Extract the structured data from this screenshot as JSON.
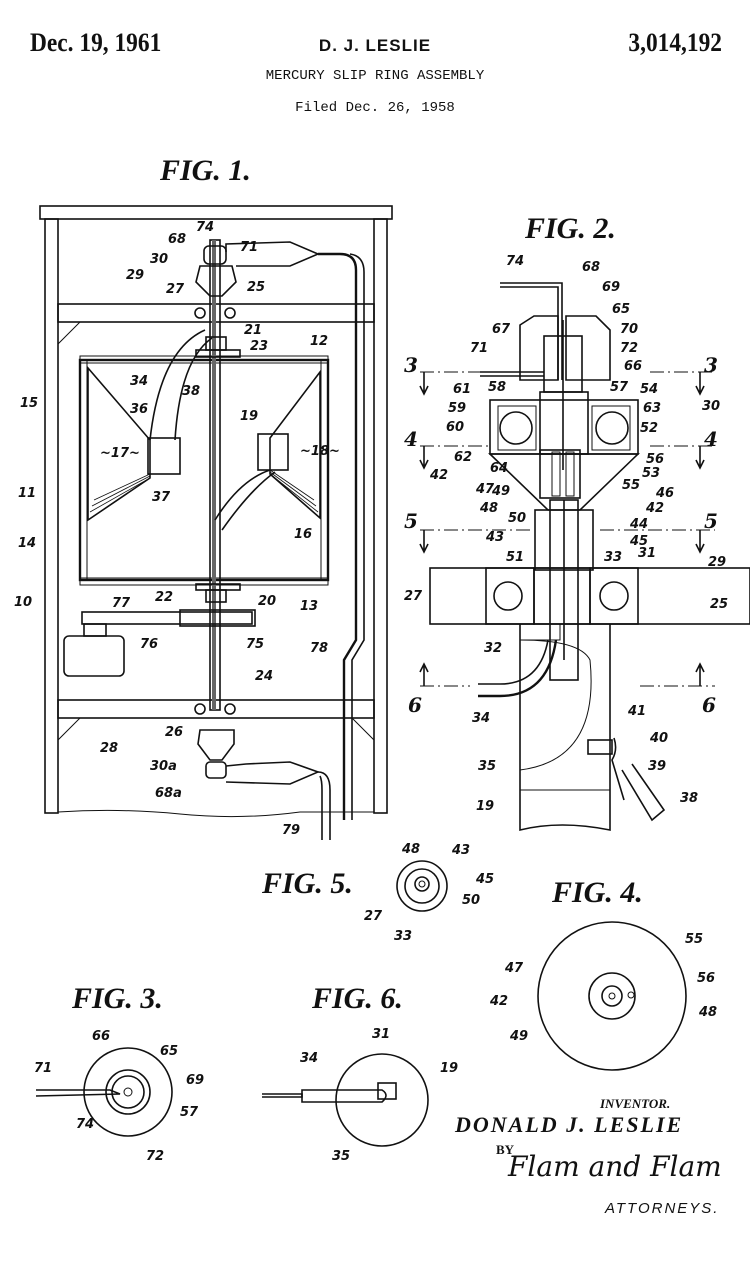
{
  "header": {
    "date": "Dec. 19, 1961",
    "inventor_short": "D. J. LESLIE",
    "patent_number": "3,014,192",
    "title": "MERCURY SLIP RING ASSEMBLY",
    "filed": "Filed Dec. 26, 1958"
  },
  "figures": {
    "fig1": {
      "caption": "FIG. 1.",
      "labels": [
        "74",
        "68",
        "71",
        "30",
        "29",
        "27",
        "25",
        "21",
        "23",
        "12",
        "15",
        "34",
        "38",
        "36",
        "19",
        "17",
        "18",
        "37",
        "11",
        "16",
        "14",
        "10",
        "22",
        "20",
        "13",
        "77",
        "76",
        "75",
        "78",
        "24",
        "26",
        "28",
        "30a",
        "68a",
        "79"
      ]
    },
    "fig2": {
      "caption": "FIG. 2.",
      "labels": [
        "74",
        "68",
        "69",
        "65",
        "67",
        "70",
        "72",
        "71",
        "66",
        "61",
        "58",
        "57",
        "54",
        "59",
        "63",
        "60",
        "30",
        "52",
        "62",
        "56",
        "42",
        "64",
        "53",
        "47",
        "49",
        "55",
        "46",
        "48",
        "50",
        "42",
        "44",
        "43",
        "45",
        "51",
        "33",
        "31",
        "29",
        "27",
        "25",
        "32",
        "34",
        "41",
        "40",
        "35",
        "39",
        "19",
        "38"
      ],
      "section_marks": [
        "3",
        "3",
        "4",
        "4",
        "5",
        "5",
        "6",
        "6"
      ]
    },
    "fig3": {
      "caption": "FIG. 3.",
      "labels": [
        "66",
        "65",
        "71",
        "69",
        "74",
        "57",
        "72"
      ]
    },
    "fig4": {
      "caption": "FIG. 4.",
      "labels": [
        "55",
        "47",
        "56",
        "42",
        "48",
        "49"
      ]
    },
    "fig5": {
      "caption": "FIG. 5.",
      "labels": [
        "48",
        "43",
        "45",
        "50",
        "27",
        "33"
      ]
    },
    "fig6": {
      "caption": "FIG. 6.",
      "labels": [
        "31",
        "34",
        "19",
        "35"
      ]
    }
  },
  "signature": {
    "inventor_label": "INVENTOR.",
    "inventor_name": "DONALD J. LESLIE",
    "by_label": "BY",
    "attorney_name": "Flam and Flam",
    "attorney_label": "ATTORNEYS."
  }
}
